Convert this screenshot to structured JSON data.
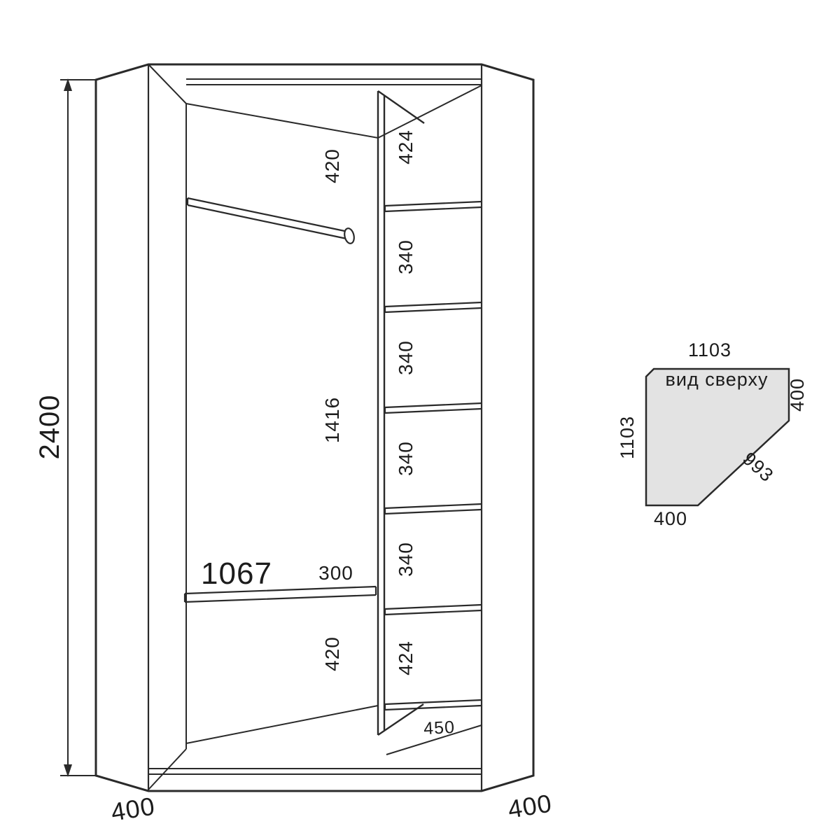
{
  "drawing": {
    "front_view": {
      "overall_height": "2400",
      "left_depth": "400",
      "right_depth": "400",
      "upper_section_height": "420",
      "hanging_section_height": "1416",
      "shelf_length": "1067",
      "shelf_depth": "300",
      "lower_section_height": "420",
      "column_bottom_width": "450",
      "shelf_column_sections": [
        "424",
        "340",
        "340",
        "340",
        "340",
        "424"
      ]
    },
    "top_view": {
      "title": "вид сверху",
      "top_width": "1103",
      "left_width": "1103",
      "right_depth": "400",
      "bottom_depth": "400",
      "front_diagonal": "993",
      "fill_color": "#e3e3e3"
    }
  }
}
